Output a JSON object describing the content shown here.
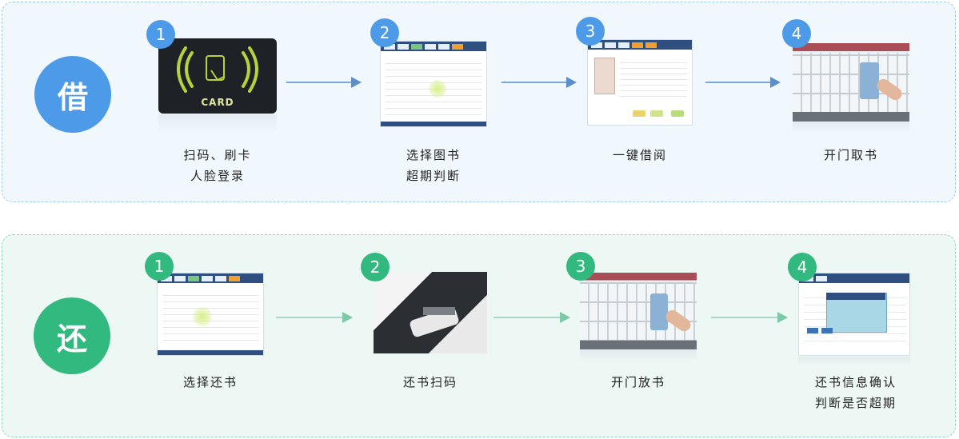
{
  "borrow": {
    "title": "借",
    "steps": [
      {
        "num": "1",
        "line1": "扫码、刷卡",
        "line2": "人脸登录",
        "card_text": "CARD"
      },
      {
        "num": "2",
        "line1": "选择图书",
        "line2": "超期判断"
      },
      {
        "num": "3",
        "line1": "一键借阅",
        "line2": ""
      },
      {
        "num": "4",
        "line1": "开门取书",
        "line2": ""
      }
    ]
  },
  "return": {
    "title": "还",
    "steps": [
      {
        "num": "1",
        "line1": "选择还书",
        "line2": ""
      },
      {
        "num": "2",
        "line1": "还书扫码",
        "line2": ""
      },
      {
        "num": "3",
        "line1": "开门放书",
        "line2": ""
      },
      {
        "num": "4",
        "line1": "还书信息确认",
        "line2": "判断是否超期"
      }
    ]
  },
  "colors": {
    "borrow_accent": "#4d9be8",
    "return_accent": "#32b97f"
  }
}
